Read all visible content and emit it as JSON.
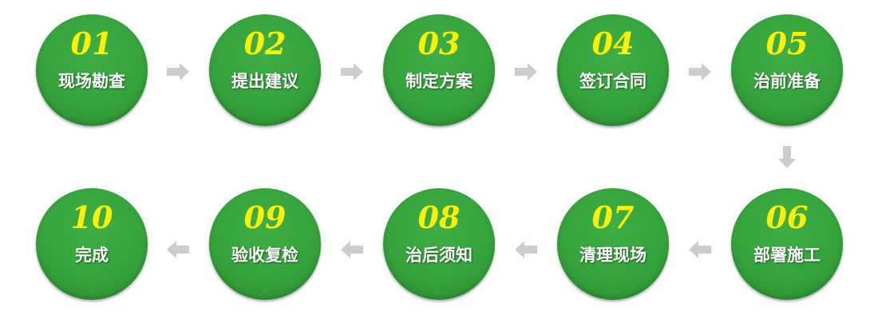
{
  "steps": [
    {
      "num": "01",
      "label": "现场勘查"
    },
    {
      "num": "02",
      "label": "提出建议"
    },
    {
      "num": "03",
      "label": "制定方案"
    },
    {
      "num": "04",
      "label": "签订合同"
    },
    {
      "num": "05",
      "label": "治前准备"
    },
    {
      "num": "06",
      "label": "部署施工"
    },
    {
      "num": "07",
      "label": "清理现场"
    },
    {
      "num": "08",
      "label": "治后须知"
    },
    {
      "num": "09",
      "label": "验收复检"
    },
    {
      "num": "10",
      "label": "完成"
    }
  ],
  "colors": {
    "circle": "#35a33c",
    "number": "#fff200",
    "arrow": "#cccccc"
  }
}
